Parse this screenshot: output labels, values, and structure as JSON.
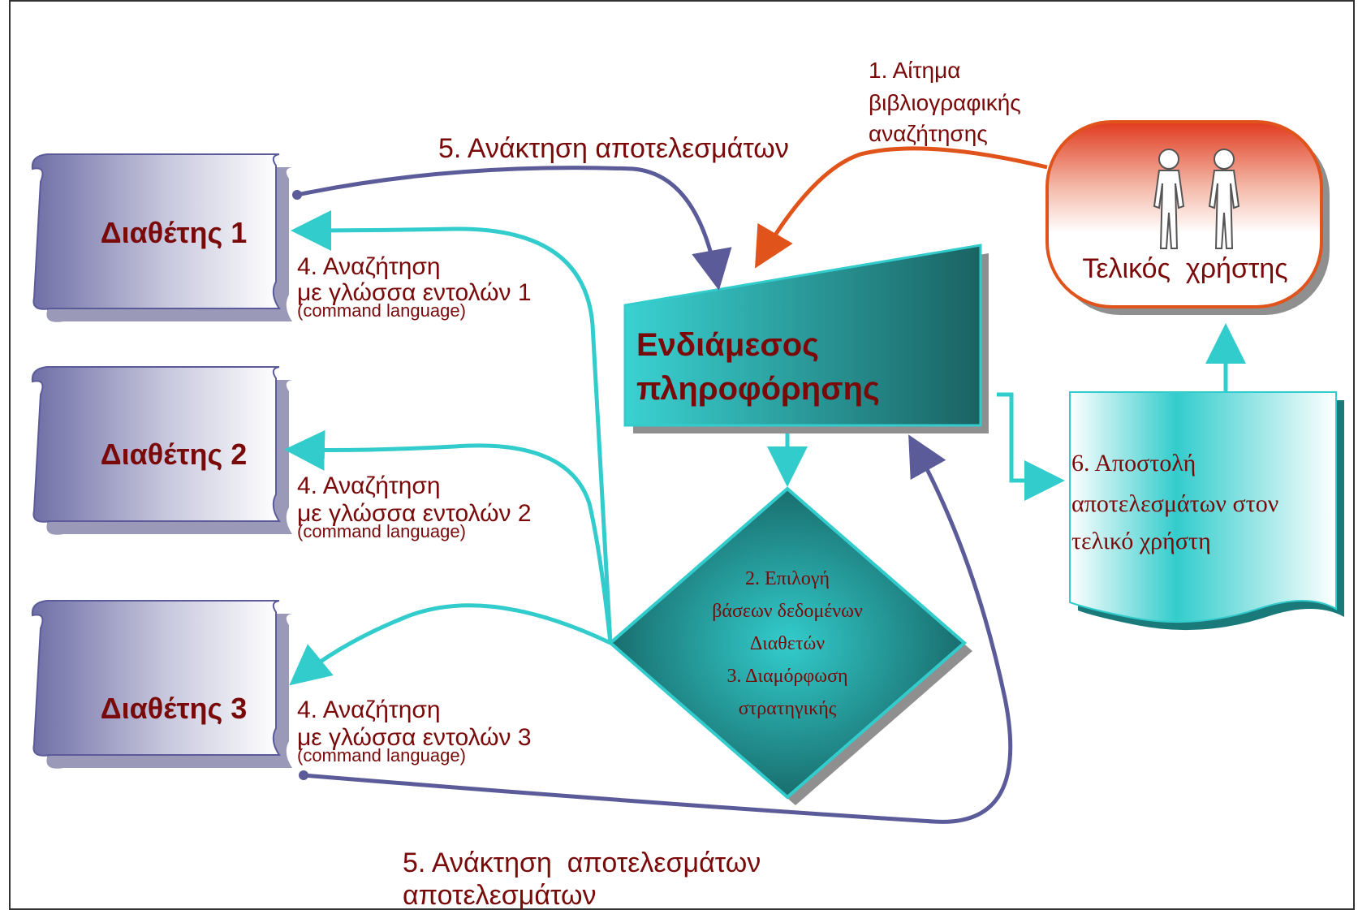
{
  "providers": [
    {
      "label": "Διαθέτης 1"
    },
    {
      "label": "Διαθέτης 2"
    },
    {
      "label": "Διαθέτης 3"
    }
  ],
  "searches": [
    {
      "line1": "4. Αναζήτηση",
      "line2": "με γλώσσα εντολών 1",
      "line3": "(command language)"
    },
    {
      "line1": "4. Αναζήτηση",
      "line2": "με γλώσσα εντολών 2",
      "line3": "(command language)"
    },
    {
      "line1": "4. Αναζήτηση",
      "line2": "με γλώσσα εντολών 3",
      "line3": "(command language)"
    }
  ],
  "retrieval_top": "5. Ανάκτηση αποτελεσμάτων",
  "retrieval_bottom": {
    "line1": "5. Ανάκτηση  αποτελεσμάτων",
    "line2": "αποτελεσμάτων"
  },
  "request": {
    "line1": "1. Αίτημα",
    "line2": "βιβλιογραφικής",
    "line3": "αναζήτησης"
  },
  "intermediary": {
    "line1": "Ενδιάμεσος",
    "line2": "πληροφόρησης"
  },
  "decision": {
    "line1": "2. Επιλογή",
    "line2": "βάσεων δεδομένων",
    "line3": "Διαθετών",
    "line4": "3. Διαμόρφωση",
    "line5": "στρατηγικής"
  },
  "end_user": {
    "label": "Τελικός  χρήστης"
  },
  "delivery": {
    "line1": "6. Αποστολή",
    "line2": "αποτελεσμάτων στον",
    "line3": "τελικό χρήστη"
  },
  "colors": {
    "teal": "#33cccc",
    "dark_teal": "#1a6666",
    "navy_arrow": "#5b5b9a",
    "orange_arrow": "#e0541c",
    "label_red": "#7a0a0a",
    "provider_dark": "#6e6ea6"
  }
}
